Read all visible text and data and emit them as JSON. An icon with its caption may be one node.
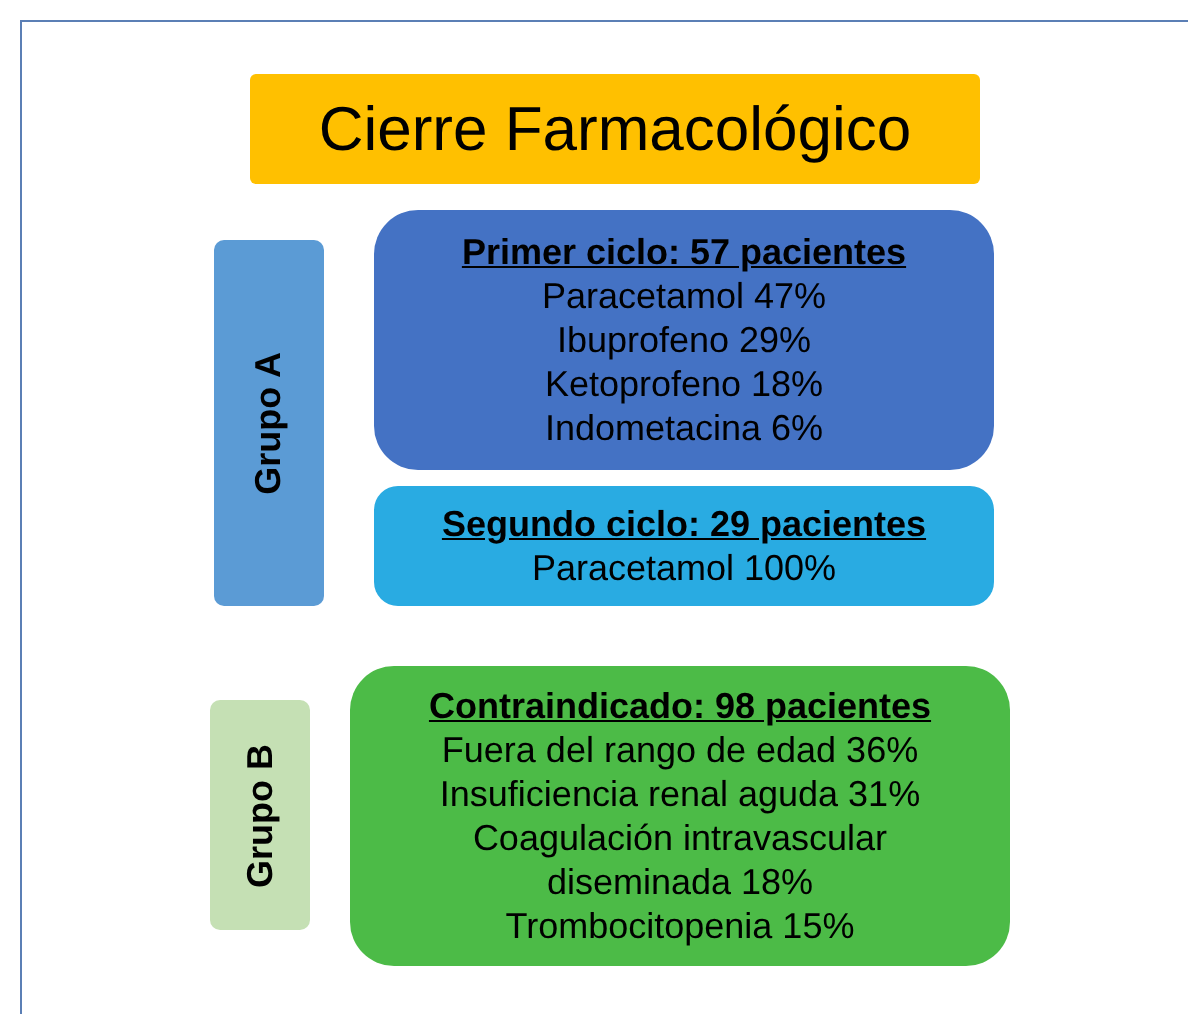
{
  "diagram": {
    "title": "Cierre Farmacológico",
    "nodes": [
      {
        "text": [
          "Grupo A"
        ]
      },
      {
        "text": [
          "Primer ciclo: 57 pacientes",
          "Paracetamol 47%",
          "Ibuprofeno 29%",
          "Ketoprofeno 18%",
          "Indometacina 6%"
        ]
      },
      {
        "text": [
          "Segundo ciclo: 29 pacientes",
          "Paracetamol 100%"
        ]
      },
      {
        "text": [
          "Grupo B"
        ]
      },
      {
        "text": [
          "Contraindicado: 98 pacientes",
          "Fuera del rango de edad 36%",
          "Insuficiencia renal aguda 31%",
          "Coagulación intravascular diseminada 18%",
          "Trombocitopenia 15%"
        ]
      }
    ],
    "edges": []
  }
}
